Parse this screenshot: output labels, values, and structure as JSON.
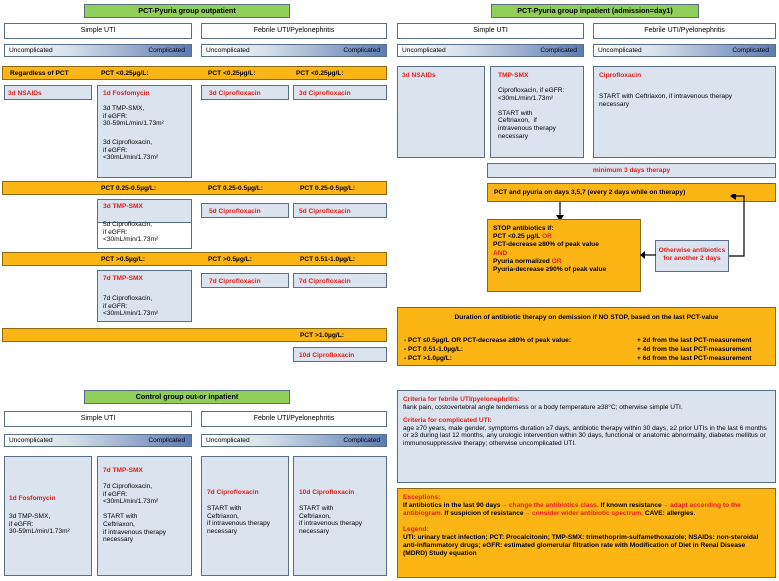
{
  "outpatient": {
    "title": "PCT-Pyuria group outpatient",
    "simple": "Simple UTI",
    "febrile": "Febrile UTI/Pyelonephritis",
    "uncomplicated": "Uncomplicated",
    "complicated": "Complicated",
    "regardless": "Regardless of PCT",
    "pct_lt025": "PCT <0.25µg/L:",
    "nsaids": "3d NSAIDs",
    "fosfo": "1d Fosfomycin",
    "tmp_text": "3d TMP-SMX,\nif eGFR:\n30-59mL/min/1.73m²",
    "cipro_text": "3d Ciprofloxacin,\nif eGFR:\n<30mL/min/1.73m²",
    "cipro3": "3d Ciprofloxacin",
    "pct_mid": "PCT 0.25-0.5µg/L:",
    "tmp3": "3d TMP-SMX",
    "cipro5_text": "5d Ciprofloxacin,\nif eGFR:\n<30mL/min/1.73m²",
    "cipro5": "5d Ciprofloxacin",
    "pct_gt05": "PCT >0.5µg/L:",
    "pct_051": "PCT 0.51-1.0µg/L:",
    "tmp7": "7d TMP-SMX",
    "cipro7_text": "7d Ciprofloxacin,\nif eGFR:\n<30mL/min/1.73m²",
    "cipro7": "7d Ciprofloxacin",
    "pct_gt1": "PCT >1.0µg/L:",
    "cipro10": "10d Ciprofloxacin"
  },
  "inpatient": {
    "title": "PCT-Pyuria group inpatient (admission=day1)",
    "simple": "Simple UTI",
    "febrile": "Febrile UTI/Pyelonephritis",
    "uncomplicated": "Uncomplicated",
    "complicated": "Complicated",
    "nsaids": "3d NSAIDs",
    "tmp": "TMP-SMX",
    "tmp_text": "Ciprofloxacin, if eGFR:\n<30mL/min/1.73m²\n\nSTART with\nCeftriaxon,  if\nintravenous therapy\nnecessary",
    "cipro": "Ciprofloxacin",
    "cipro_text": "START with Ceftriaxon, if intravenous therapy\nnecessary",
    "min3": "minimum 3 days therapy",
    "pct_days": "PCT and pyuria on days 3,5,7 (every 2 days while on therapy)",
    "stop_if": "STOP antibiotics if:",
    "stop_l1": "PCT <0.25 µg/L",
    "or": "OR",
    "stop_l2": "PCT-decrease ≥80% of peak value",
    "and": "AND",
    "stop_l3": "Pyuria normalized",
    "stop_l4": "Pyuria-decrease ≥90% of peak value",
    "otherwise": "Otherwise antibiotics\nfor another 2 days"
  },
  "duration": {
    "title": "Duration of antibiotic therapy on demission if NO STOP, based on the last PCT-value",
    "rows": [
      {
        "left": "- PCT ≤0.5µg/L OR PCT-decrease ≥80% of peak value:",
        "right": "+ 2d from the last PCT-measurement"
      },
      {
        "left": "- PCT 0.51-1.0µg/L:",
        "right": "+ 4d from the last PCT-measurement"
      },
      {
        "left": "- PCT >1.0µg/L:",
        "right": "+ 6d from the last PCT-measurement"
      }
    ]
  },
  "control": {
    "title": "Control group out-or inpatient",
    "simple": "Simple UTI",
    "febrile": "Febrile UTI/Pyelonephritis",
    "uncomplicated": "Uncomplicated",
    "complicated": "Complicated",
    "fosfo": "1d Fosfomycin",
    "fosfo_text": "3d TMP-SMX,\nif eGFR:\n30-59mL/min/1.73m²",
    "tmp7": "7d TMP-SMX",
    "tmp7_text": "7d Ciprofloxacin,\nif eGFR:\n<30mL/min/1.73m²\n\nSTART with\nCeftriaxon,\nif intravenous therapy\nnecessary",
    "cipro7": "7d Ciprofloxacin",
    "cipro7_text": "START with\nCeftriaxon,\nif intravenous therapy\nnecessary",
    "cipro10": "10d Ciprofloxacin",
    "cipro10_text": "START with\nCeftriaxon,\nif intravenous therapy\nnecessary"
  },
  "criteria": {
    "febrile_title": "Criteria for febrile UTI/pyelonephritis:",
    "febrile_text": "flank pain, costovertebral angle tenderness or a body temperature ≥38°C; otherwise simple UTI.",
    "complicated_title": "Criteria for complicated UTI:",
    "complicated_text": "age ≥70 years, male gender, symptoms duration ≥7 days, antibiotic therapy within 30 days, ≥2 prior UTIs in the last 6 months or ≥3 during last 12 months, any urologic intervention within 30 days, functional or anatomic abnormality, diabetes mellitus or immunosuppressive therapy; otherwise uncomplicated UTI."
  },
  "exceptions": {
    "title": "Exceptions:",
    "p1": "If antibiotics in the last 90 days",
    "r1": "→ change the antibiotics class.",
    "p2": " If known resistance",
    "r2": "→ adapt according to the antibiogram.",
    "p3": " If suspicion of resistance",
    "r3": "→ consider wider antibiotic spectrum.",
    "p4": " CAVE: allergies.",
    "legend_title": "Legend:",
    "legend_text": "UTI: urinary tract infection; PCT: Procalcitonin; TMP-SMX: trimethoprim-sulfamethoxazole; NSAIDs: non-steroidal anti-inflammatory drugs; eGFR: estimated glomerular filtration rate with Modification of Diet in Renal Disease (MDRD) Study equation"
  },
  "colors": {
    "green": "#8fce58",
    "orange": "#fbb515",
    "lightblue": "#dbe3ef",
    "red": "#e0201a"
  }
}
